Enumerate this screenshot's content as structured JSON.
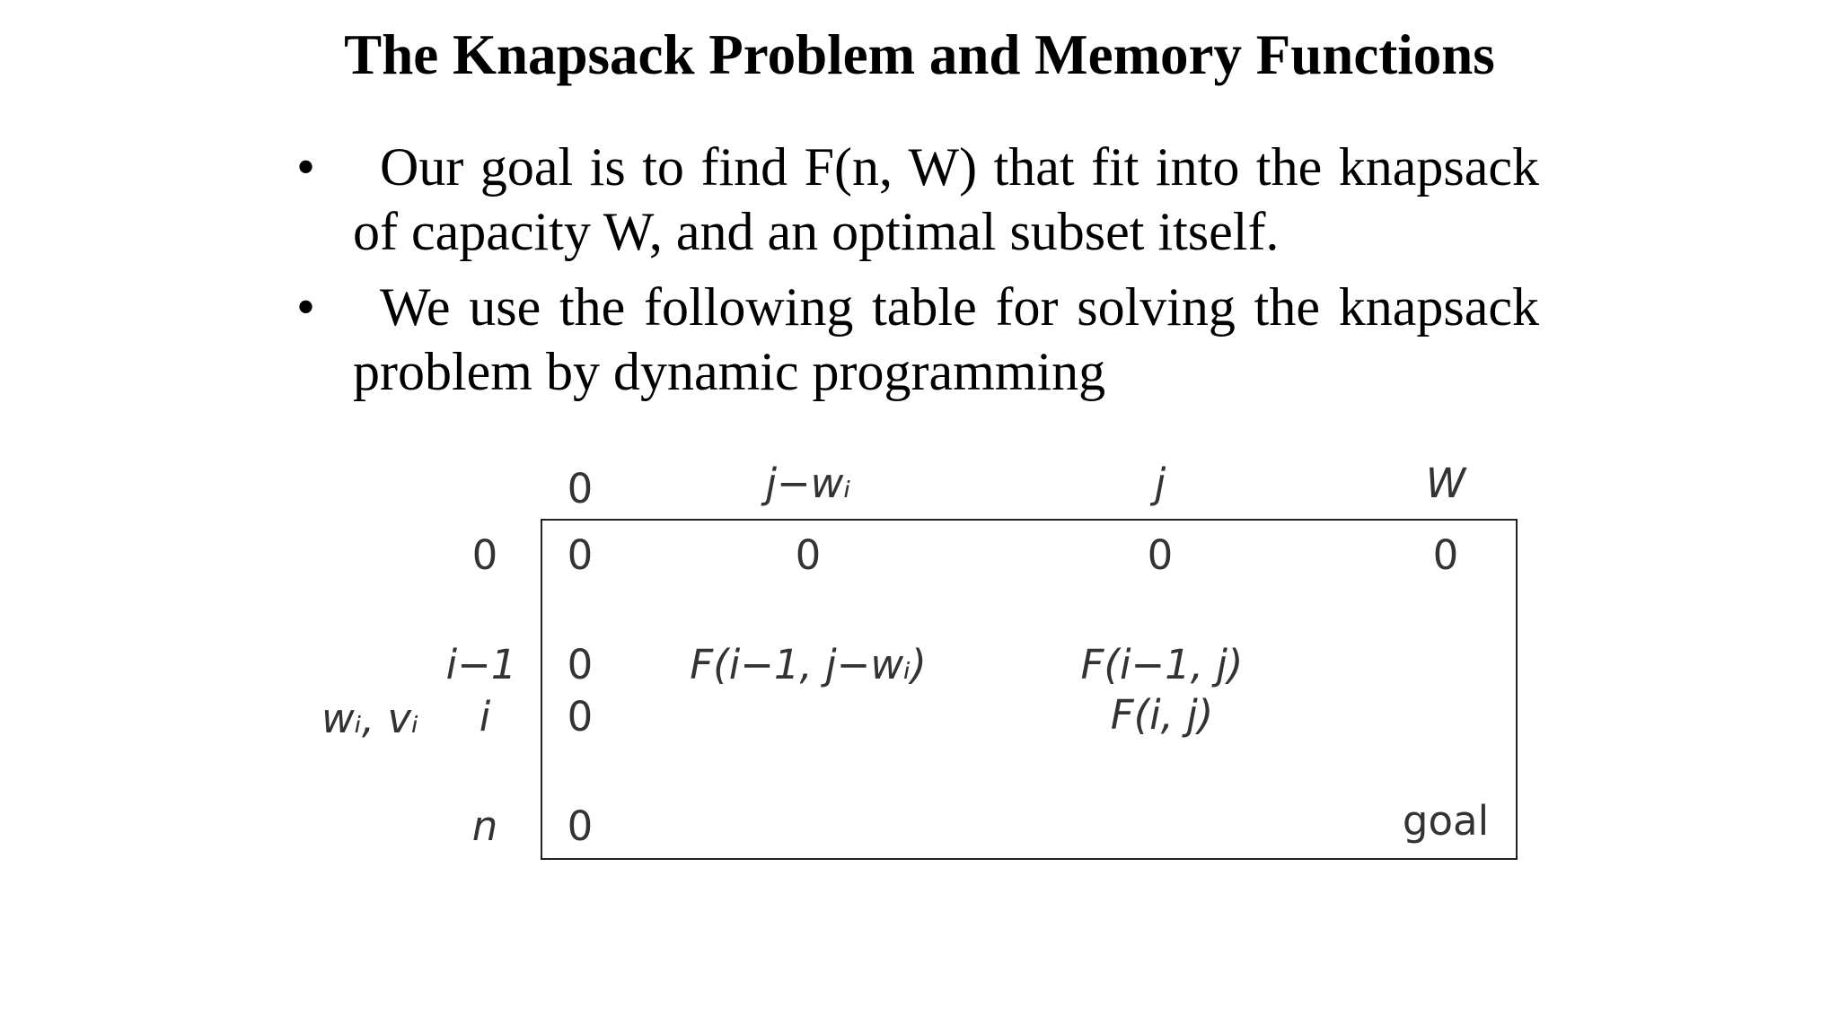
{
  "slide": {
    "title": "The Knapsack Problem and Memory Functions",
    "bullet_symbol": "•",
    "bullets": [
      "Our goal is to find F(n, W) that fit into the knapsack of capacity W, and an optimal subset itself.",
      "We use the following table for solving the knapsack problem by dynamic programming"
    ]
  },
  "table": {
    "column_headers": [
      "0",
      "j−wᵢ",
      "j",
      "W"
    ],
    "row_headers": [
      "0",
      "i−1",
      "i",
      "n"
    ],
    "side_label": "wᵢ, vᵢ",
    "cells": {
      "row0": [
        "0",
        "0",
        "0",
        "0"
      ],
      "row_i_minus_1_col0": "0",
      "row_i_minus_1_col_j_minus_w": "F(i−1, j−wᵢ)",
      "row_i_minus_1_col_j": "F(i−1, j)",
      "row_i_col0": "0",
      "row_i_col_j": "F(i, j)",
      "row_n_col0": "0",
      "row_n_col_W": "goal"
    }
  }
}
